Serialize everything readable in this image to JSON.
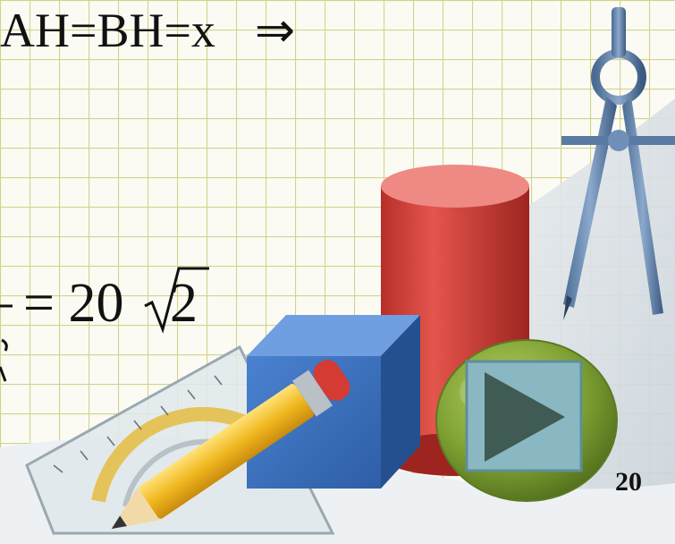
{
  "slide": {
    "formula_top": "AH=BH=x",
    "implies_symbol": "⇒",
    "formula_middle_prefix": "= 20",
    "formula_middle_radicand": "2",
    "page_number": "20"
  },
  "controls": {
    "play_icon": "play-icon"
  },
  "colors": {
    "grid_line": "#d6d58f",
    "cylinder": "#d8413a",
    "cube": "#3f72c0",
    "play_circle": "#8fae3c",
    "play_square": "#8ab8c2",
    "pencil": "#f2c32a"
  }
}
